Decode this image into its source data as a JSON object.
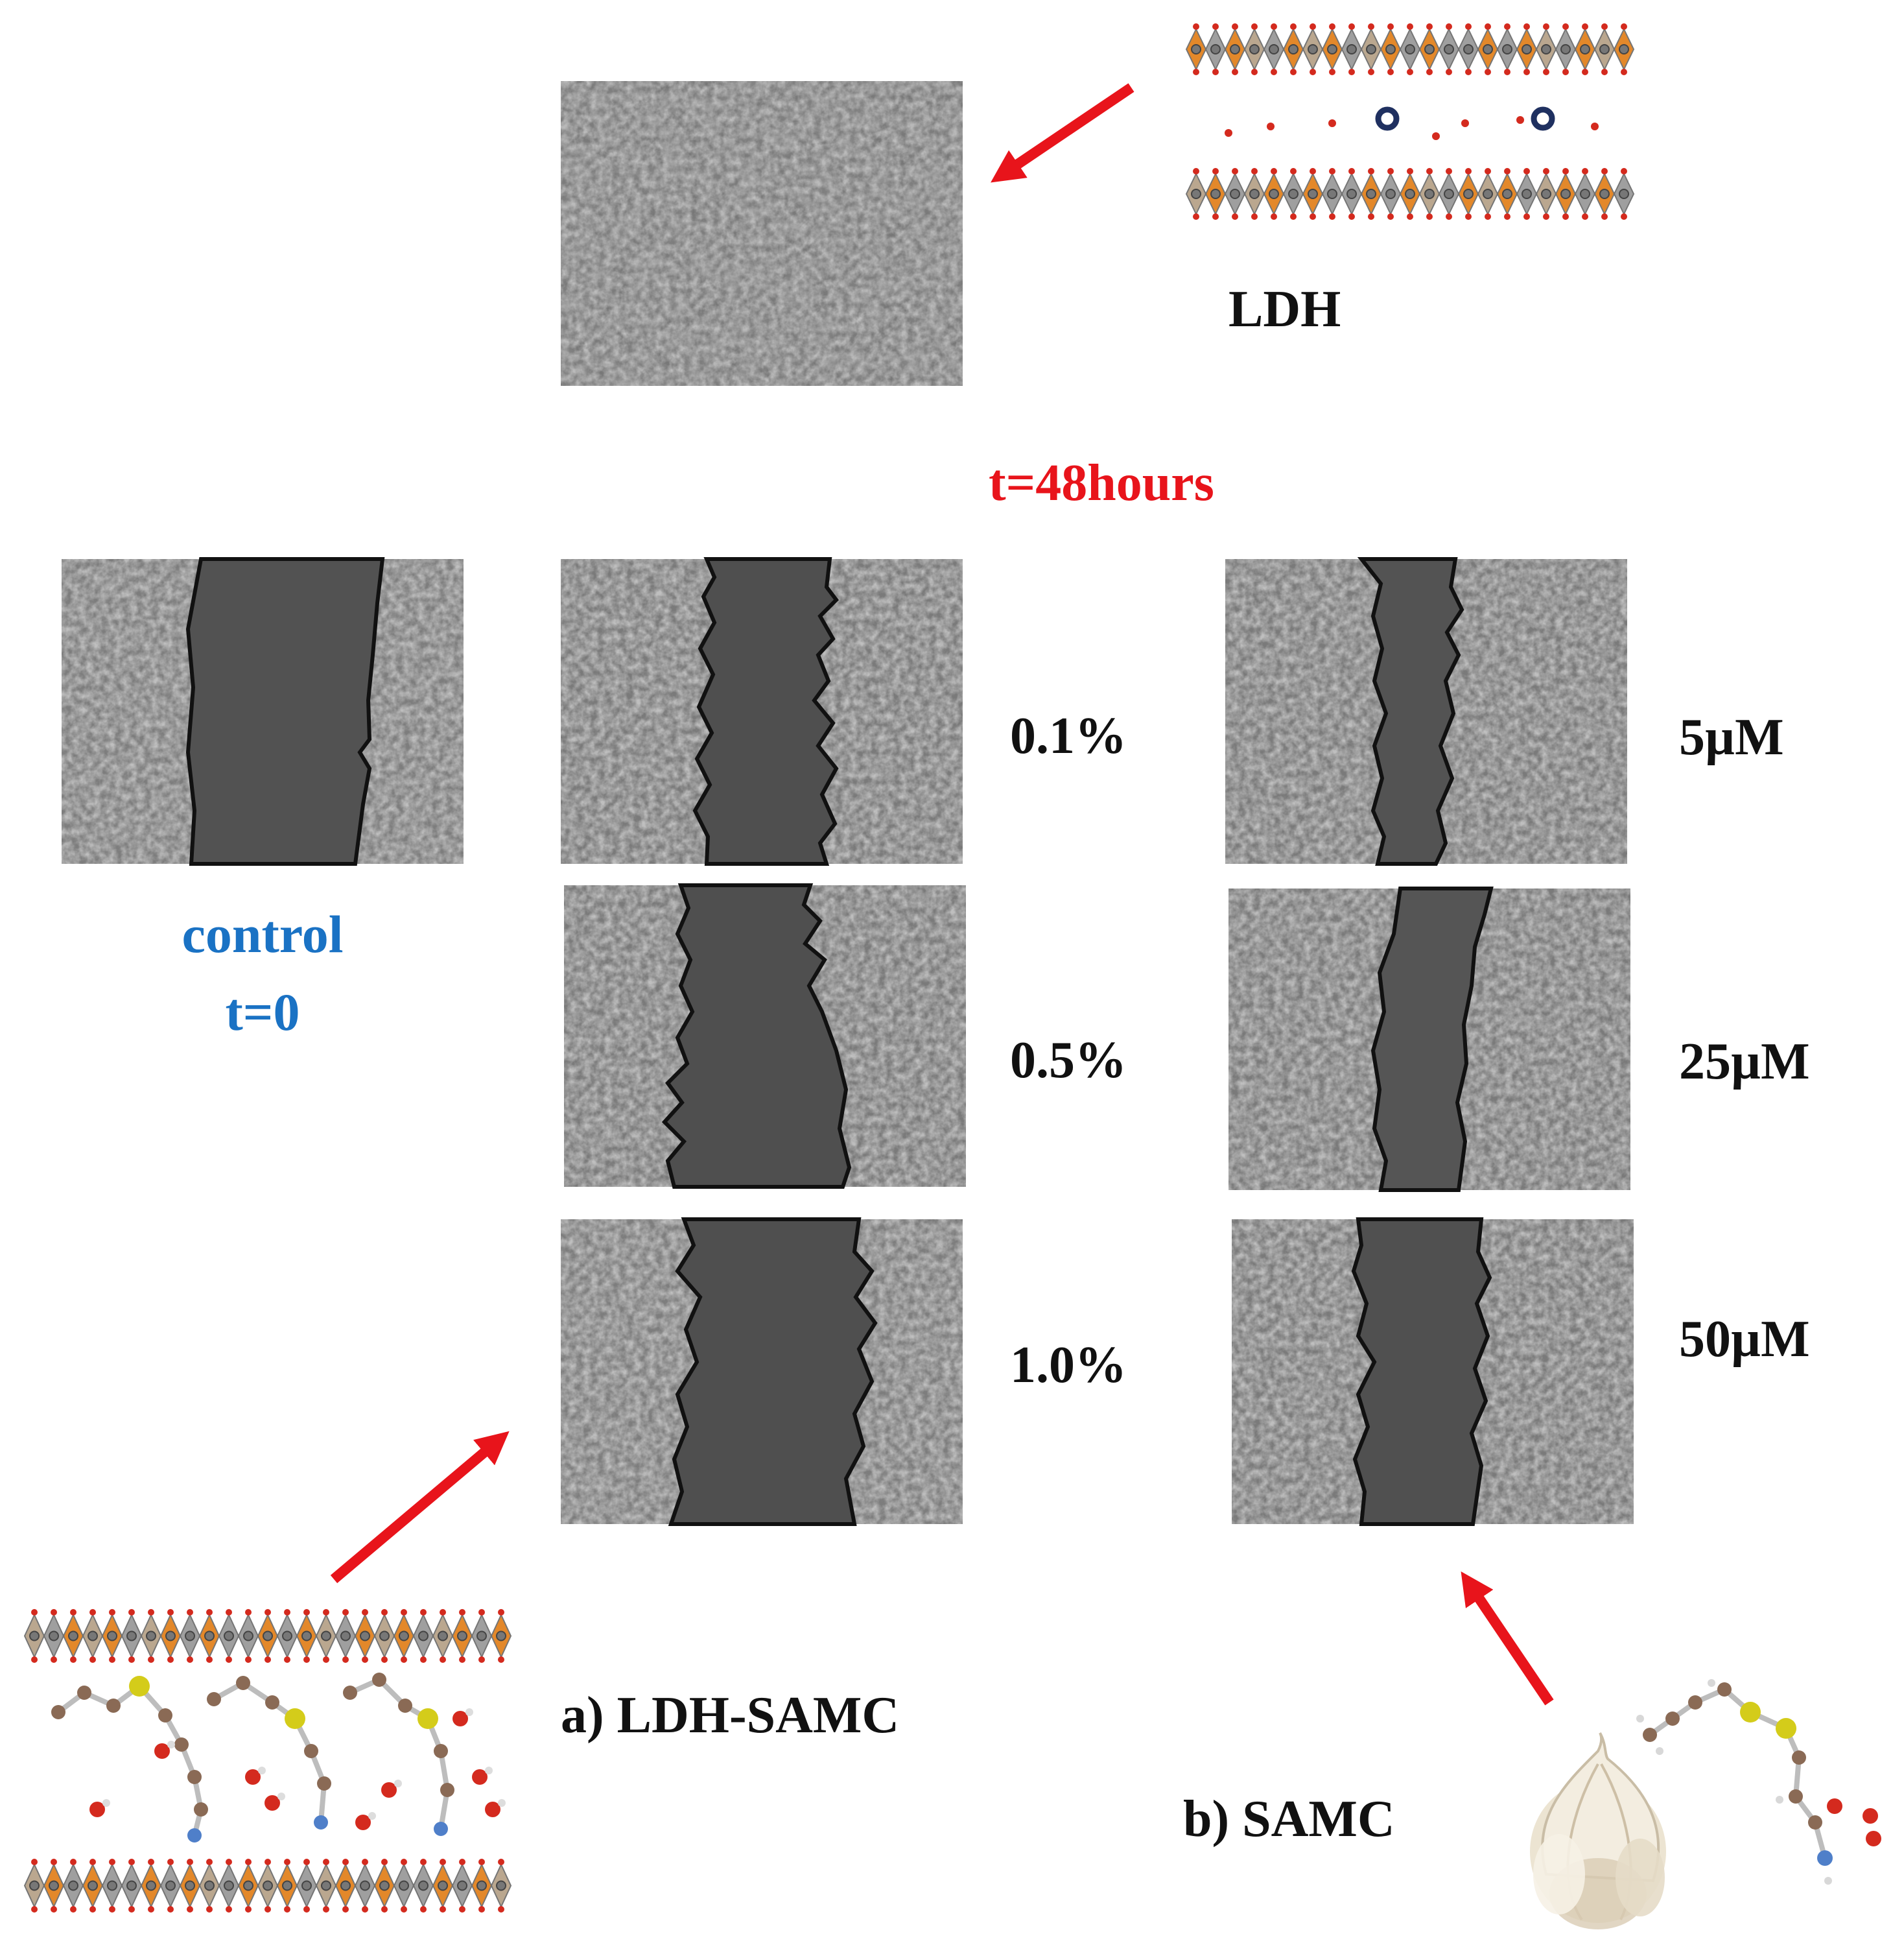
{
  "colors": {
    "label": "#111111",
    "time_red": "#e8141b",
    "control_blue": "#1a72c4",
    "arrow_red": "#e8141b",
    "cell_light": "#8c8c8c",
    "cell_dark": "#5a5a5a",
    "wound_gap": "#4f4f4f",
    "layer_orange": "#e2821f",
    "layer_grey": "#9a9a9a",
    "oxygen_red": "#d42a1e",
    "sulfur_yellow": "#d4cc1a",
    "nitrogen_blue": "#4f7fc9",
    "carbon_brown": "#8a6a55"
  },
  "icons": {
    "ldh_structure": "layered-double-hydroxide-structure-icon",
    "ldh_samc_structure": "intercalated-samc-structure-icon",
    "samc_molecule": "s-allylmercaptocysteine-molecule-icon",
    "garlic": "garlic-bulb-icon"
  },
  "labels": {
    "time": "t=48hours",
    "ldh": "LDH",
    "control_line1": "control",
    "control_line2": "t=0",
    "ldh_samc_caption": "a) LDH-SAMC",
    "samc_caption": "b) SAMC"
  },
  "ldh_samc_concentrations": [
    "0.1%",
    "0.5%",
    "1.0%"
  ],
  "samc_concentrations": [
    "5µM",
    "25µM",
    "50µM"
  ]
}
